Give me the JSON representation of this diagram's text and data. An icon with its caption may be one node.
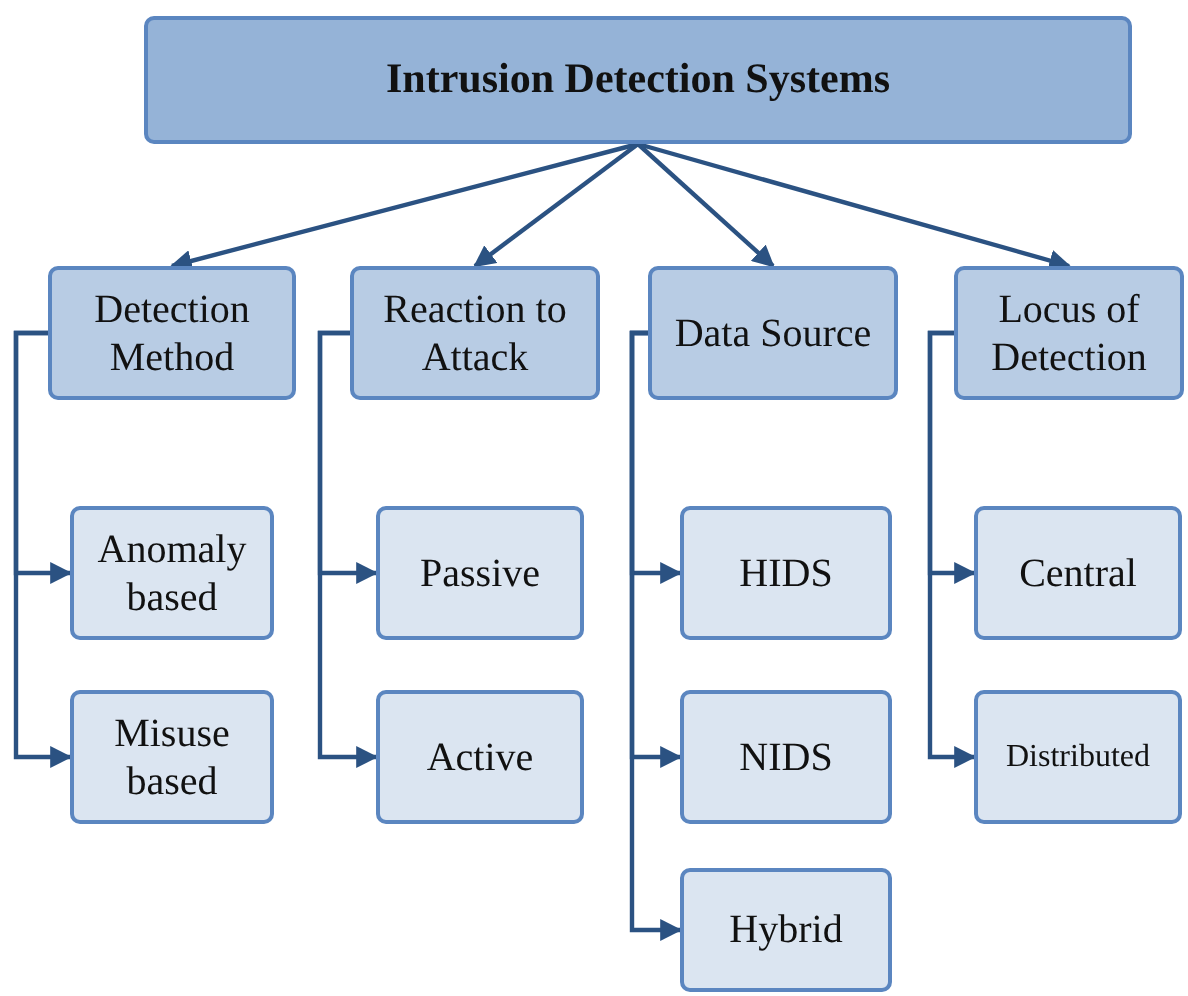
{
  "diagram": {
    "nodes": [
      {
        "text": [
          "Intrusion Detection Systems"
        ]
      },
      {
        "text": [
          "Detection Method"
        ]
      },
      {
        "text": [
          "Reaction to Attack"
        ]
      },
      {
        "text": [
          "Data Source"
        ]
      },
      {
        "text": [
          "Locus of Detection"
        ]
      },
      {
        "text": [
          "Anomaly based"
        ]
      },
      {
        "text": [
          "Misuse based"
        ]
      },
      {
        "text": [
          "Passive"
        ]
      },
      {
        "text": [
          "Active"
        ]
      },
      {
        "text": [
          "HIDS"
        ]
      },
      {
        "text": [
          "NIDS"
        ]
      },
      {
        "text": [
          "Hybrid"
        ]
      },
      {
        "text": [
          "Central"
        ]
      },
      {
        "text": [
          "Distributed"
        ]
      }
    ],
    "edges": [
      {
        "from": 0,
        "to": 1,
        "arrow": "to"
      },
      {
        "from": 0,
        "to": 2,
        "arrow": "to"
      },
      {
        "from": 0,
        "to": 3,
        "arrow": "to"
      },
      {
        "from": 0,
        "to": 4,
        "arrow": "to"
      },
      {
        "from": 1,
        "to": 5,
        "arrow": "to"
      },
      {
        "from": 1,
        "to": 6,
        "arrow": "to"
      },
      {
        "from": 2,
        "to": 7,
        "arrow": "to"
      },
      {
        "from": 2,
        "to": 8,
        "arrow": "to"
      },
      {
        "from": 3,
        "to": 9,
        "arrow": "to"
      },
      {
        "from": 3,
        "to": 10,
        "arrow": "to"
      },
      {
        "from": 3,
        "to": 11,
        "arrow": "to"
      },
      {
        "from": 4,
        "to": 12,
        "arrow": "to"
      },
      {
        "from": 4,
        "to": 13,
        "arrow": "to"
      }
    ]
  }
}
